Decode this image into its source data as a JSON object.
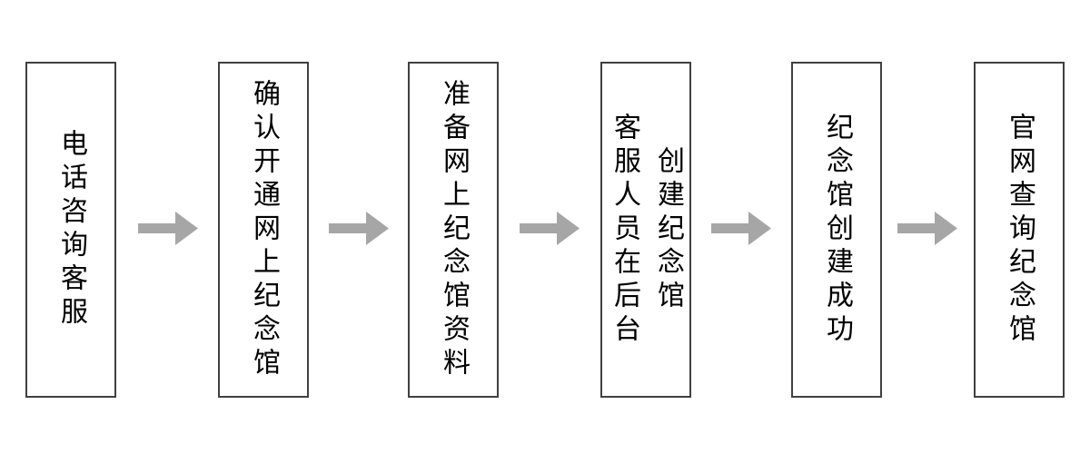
{
  "page": {
    "background_color": "#ffffff",
    "type": "flowchart",
    "direction": "left-to-right"
  },
  "flowchart": {
    "box_border_color": "#404040",
    "box_fill_color": "#ffffff",
    "text_color": "#000000",
    "arrow_color": "#a6a6a6",
    "arrow_icon": "right-arrow",
    "steps": [
      {
        "label": "电话咨询客服"
      },
      {
        "label": "确认开通网上纪念馆"
      },
      {
        "label": "准备网上纪念馆资料"
      },
      {
        "label": "客服人员在后台\n创建纪念馆"
      },
      {
        "label": "纪念馆创建成功"
      },
      {
        "label": "官网查询纪念馆"
      }
    ]
  }
}
